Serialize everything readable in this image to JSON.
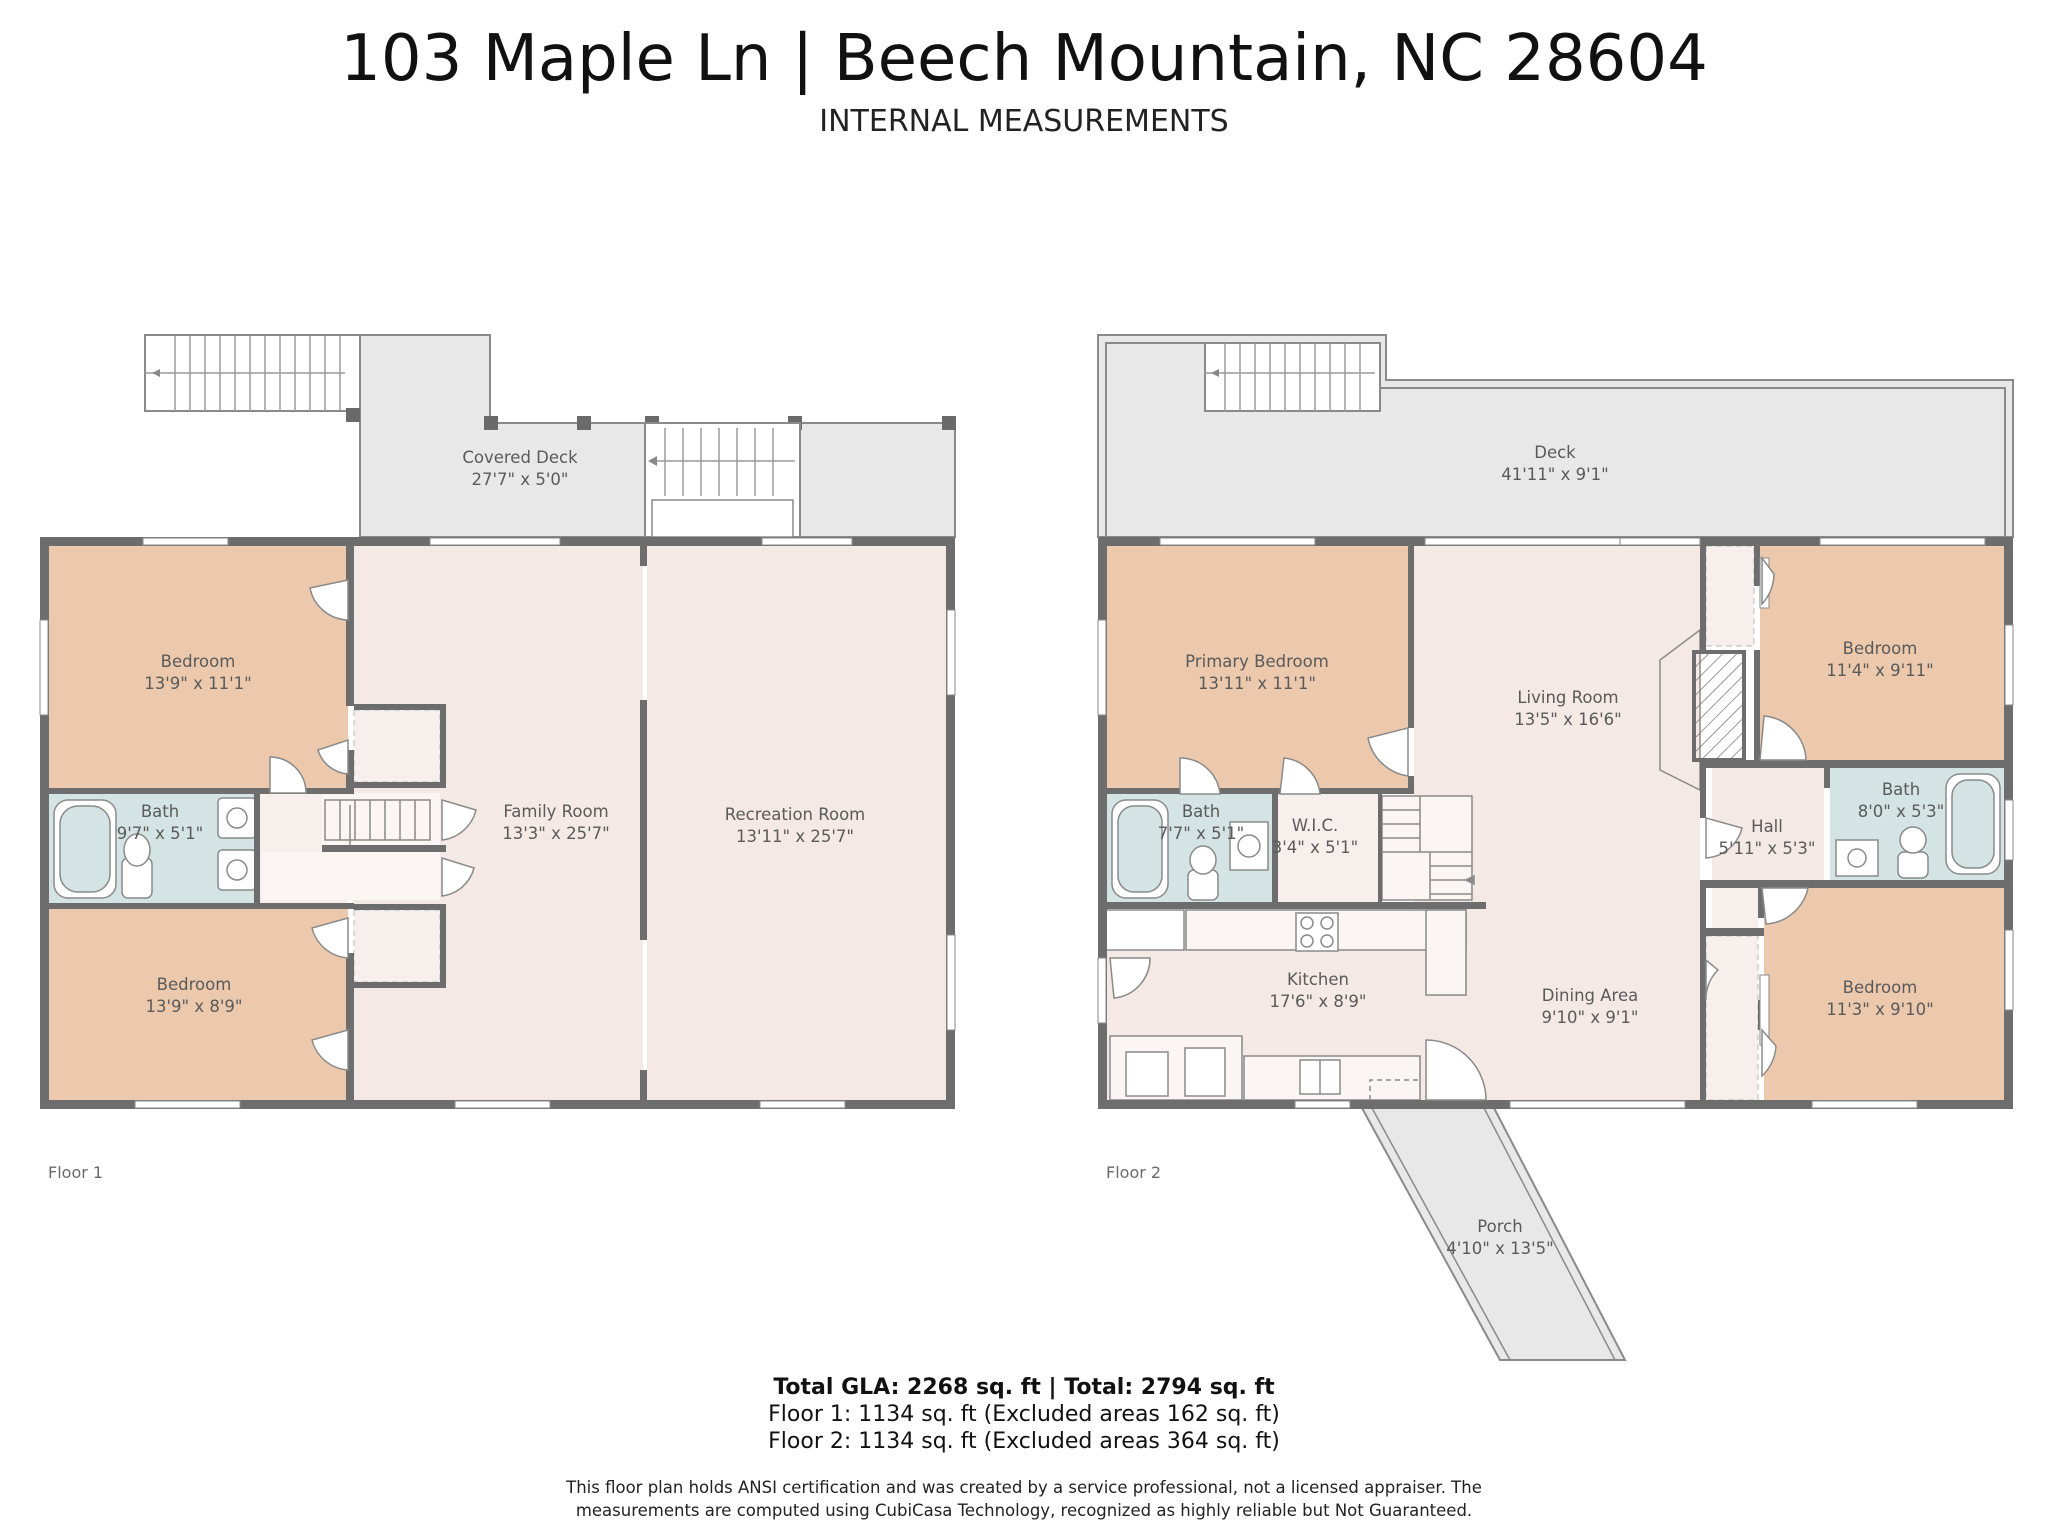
{
  "header": {
    "title": "103 Maple Ln | Beech Mountain, NC 28604",
    "subtitle": "INTERNAL MEASUREMENTS"
  },
  "colors": {
    "wall": "#6d6d6d",
    "bedroom": "#ecc9ad",
    "living": "#f4e9e4",
    "bath": "#d4e4e4",
    "deck": "#e8e8e8",
    "utility": "#f7efec"
  },
  "floor1": {
    "label": "Floor 1",
    "rooms": {
      "covered_deck": {
        "name": "Covered Deck",
        "dims": "27'7\" x 5'0\""
      },
      "bedroom_top": {
        "name": "Bedroom",
        "dims": "13'9\" x 11'1\""
      },
      "bath": {
        "name": "Bath",
        "dims": "9'7\" x 5'1\""
      },
      "bedroom_bottom": {
        "name": "Bedroom",
        "dims": "13'9\" x 8'9\""
      },
      "family_room": {
        "name": "Family Room",
        "dims": "13'3\" x 25'7\""
      },
      "recreation_room": {
        "name": "Recreation Room",
        "dims": "13'11\" x 25'7\""
      }
    }
  },
  "floor2": {
    "label": "Floor 2",
    "rooms": {
      "deck": {
        "name": "Deck",
        "dims": "41'11\" x 9'1\""
      },
      "primary_bedroom": {
        "name": "Primary Bedroom",
        "dims": "13'11\" x 11'1\""
      },
      "living_room": {
        "name": "Living Room",
        "dims": "13'5\" x 16'6\""
      },
      "bedroom_top": {
        "name": "Bedroom",
        "dims": "11'4\" x 9'11\""
      },
      "bath_left": {
        "name": "Bath",
        "dims": "7'7\" x 5'1\""
      },
      "wic": {
        "name": "W.I.C.",
        "dims": "3'4\" x 5'1\""
      },
      "hall": {
        "name": "Hall",
        "dims": "5'11\" x 5'3\""
      },
      "bath_right": {
        "name": "Bath",
        "dims": "8'0\" x 5'3\""
      },
      "kitchen": {
        "name": "Kitchen",
        "dims": "17'6\" x 8'9\""
      },
      "dining_area": {
        "name": "Dining Area",
        "dims": "9'10\" x 9'1\""
      },
      "bedroom_bottom": {
        "name": "Bedroom",
        "dims": "11'3\" x 9'10\""
      },
      "porch": {
        "name": "Porch",
        "dims": "4'10\" x 13'5\""
      }
    }
  },
  "summary": {
    "total": "Total GLA: 2268 sq. ft | Total: 2794 sq. ft",
    "floor1": "Floor 1: 1134 sq. ft (Excluded areas 162 sq. ft)",
    "floor2": "Floor 2: 1134 sq. ft (Excluded areas 364 sq. ft)"
  },
  "disclaimer": {
    "line1": "This floor plan holds ANSI certification and was created by a service professional, not a licensed appraiser. The",
    "line2": "measurements are computed using CubiCasa Technology, recognized as highly reliable but Not Guaranteed."
  }
}
